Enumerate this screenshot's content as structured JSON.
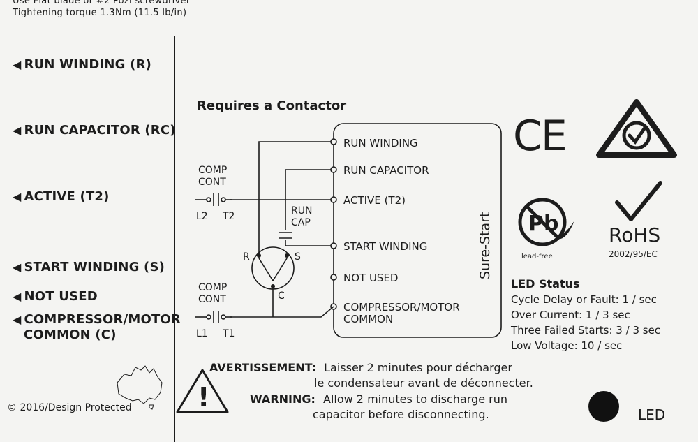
{
  "header": {
    "line1": "Use Flat blade or #2 Pozi screwdriver",
    "line2": "Tightening torque 1.3Nm (11.5 lb/in)"
  },
  "left_terminals": [
    {
      "label": "RUN WINDING (R)"
    },
    {
      "label": "RUN CAPACITOR (RC)"
    },
    {
      "label": "ACTIVE (T2)"
    },
    {
      "label": "START WINDING (S)"
    },
    {
      "label": "NOT USED"
    },
    {
      "label": "COMPRESSOR/MOTOR",
      "label2": "COMMON (C)"
    }
  ],
  "diagram": {
    "title": "Requires a Contactor",
    "comp_cont_top": [
      "COMP",
      "CONT"
    ],
    "comp_cont_bottom": [
      "COMP",
      "CONT"
    ],
    "top_terms": [
      "L2",
      "T2"
    ],
    "bottom_terms": [
      "L1",
      "T1"
    ],
    "run_cap": [
      "RUN",
      "CAP"
    ],
    "motor_labels": {
      "r": "R",
      "s": "S",
      "c": "C"
    },
    "box_terminals": [
      "RUN WINDING",
      "RUN CAPACITOR",
      "ACTIVE (T2)",
      "START WINDING",
      "NOT USED",
      "COMPRESSOR/MOTOR",
      "COMMON"
    ],
    "box_vertical_label": "Sure-Start"
  },
  "logos": {
    "ce": "CE",
    "lead_free": "lead-free",
    "pb": "Pb",
    "rohs": "RoHS",
    "rohs_sub": "2002/95/EC"
  },
  "led_status": {
    "heading": "LED Status",
    "items": [
      "Cycle Delay or Fault: 1 / sec",
      "Over Current: 1 / 3 sec",
      "Three Failed Starts: 3 / 3 sec",
      "Low Voltage: 10 / sec"
    ]
  },
  "warning": {
    "fr_label": "AVERTISSEMENT:",
    "fr_line1": "Laisser 2 minutes pour décharger",
    "fr_line2": "le condensateur avant de déconnecter.",
    "en_label": "WARNING:",
    "en_line1": "Allow 2 minutes to discharge run",
    "en_line2": "capacitor before disconnecting.",
    "icon_mark": "!"
  },
  "footer": {
    "copyright": "© 2016/Design Protected",
    "led_label": "LED"
  }
}
